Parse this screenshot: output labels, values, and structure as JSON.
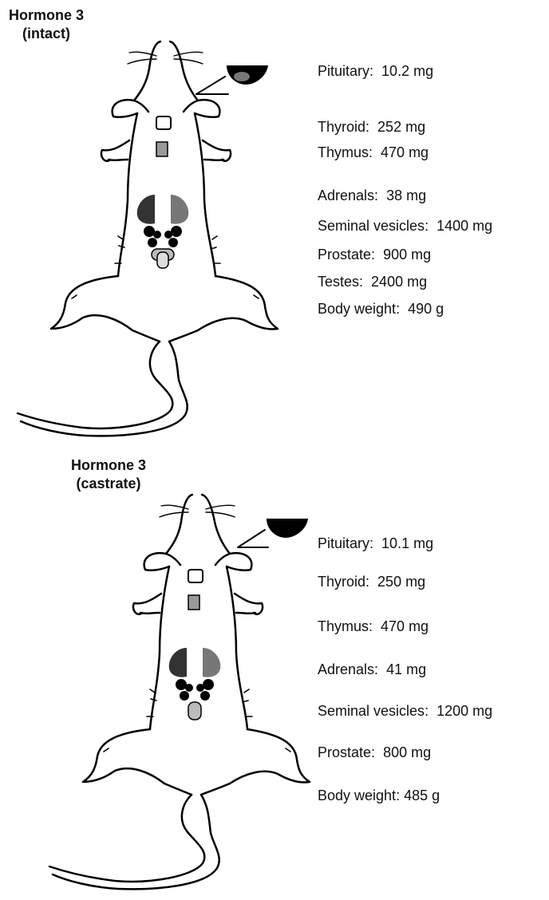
{
  "panels": [
    {
      "title": "Hormone 3",
      "subtitle": "(intact)",
      "organs": [
        {
          "name": "Pituitary",
          "value": "10.2 mg"
        },
        {
          "name": "Thyroid",
          "value": "252 mg"
        },
        {
          "name": "Thymus",
          "value": "470 mg"
        },
        {
          "name": "Adrenals",
          "value": "38 mg"
        },
        {
          "name": "Seminal vesicles",
          "value": "1400 mg"
        },
        {
          "name": "Prostate",
          "value": "900 mg"
        },
        {
          "name": "Testes",
          "value": "2400 mg"
        },
        {
          "name": "Body weight",
          "value": "490 g"
        }
      ]
    },
    {
      "title": "Hormone 3",
      "subtitle": "(castrate)",
      "organs": [
        {
          "name": "Pituitary",
          "value": "10.1 mg"
        },
        {
          "name": "Thyroid",
          "value": "250 mg"
        },
        {
          "name": "Thymus",
          "value": "470 mg"
        },
        {
          "name": "Adrenals",
          "value": "41 mg"
        },
        {
          "name": "Seminal vesicles",
          "value": "1200 mg"
        },
        {
          "name": "Prostate",
          "value": "800 mg"
        },
        {
          "name": "Body  weight",
          "value": "485 g"
        }
      ]
    }
  ]
}
